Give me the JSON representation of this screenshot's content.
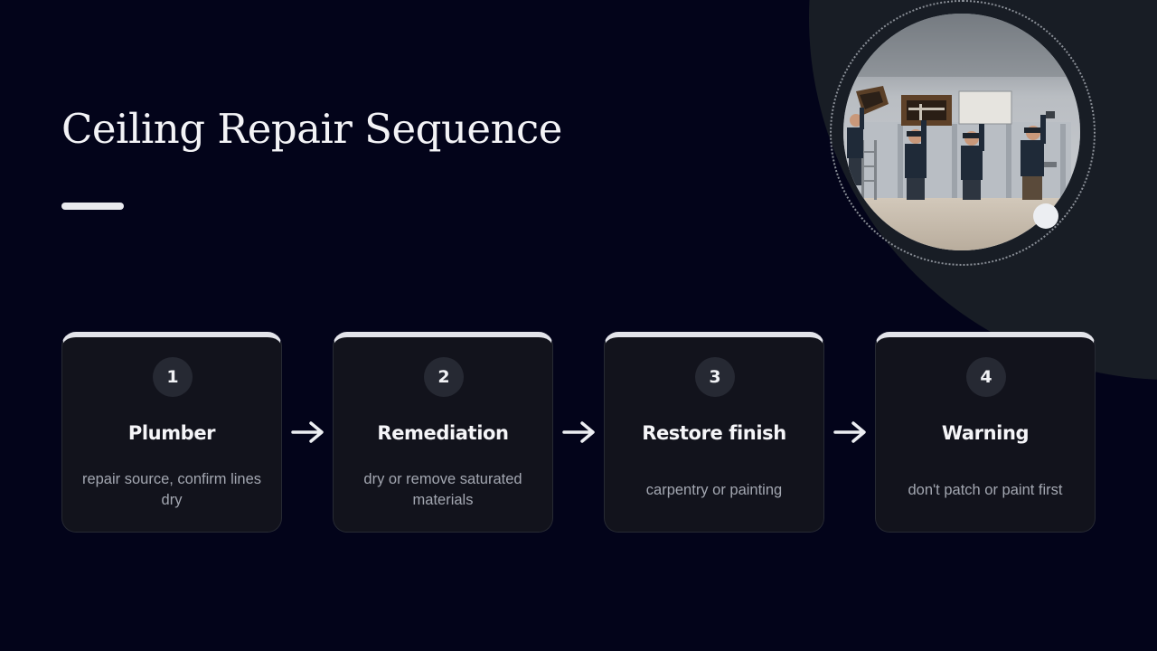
{
  "slide": {
    "title": "Ceiling Repair Sequence"
  },
  "steps": [
    {
      "number": "1",
      "title": "Plumber",
      "description": "repair source, confirm lines dry"
    },
    {
      "number": "2",
      "title": "Remediation",
      "description": "dry or remove saturated materials"
    },
    {
      "number": "3",
      "title": "Restore finish",
      "description": "carpentry or painting"
    },
    {
      "number": "4",
      "title": "Warning",
      "description": "don't patch or paint first"
    }
  ],
  "connector_icon": "arrow-right-icon",
  "photo_icon": "workers-repairing-ceiling-photo",
  "colors": {
    "background": "#03041a",
    "card": "#12131c",
    "card_top_border": "#e3e4ea",
    "badge": "#262933",
    "title_text": "#f3f3f6",
    "body_text": "#a3a7b1",
    "corner_shape": "#181d25"
  }
}
